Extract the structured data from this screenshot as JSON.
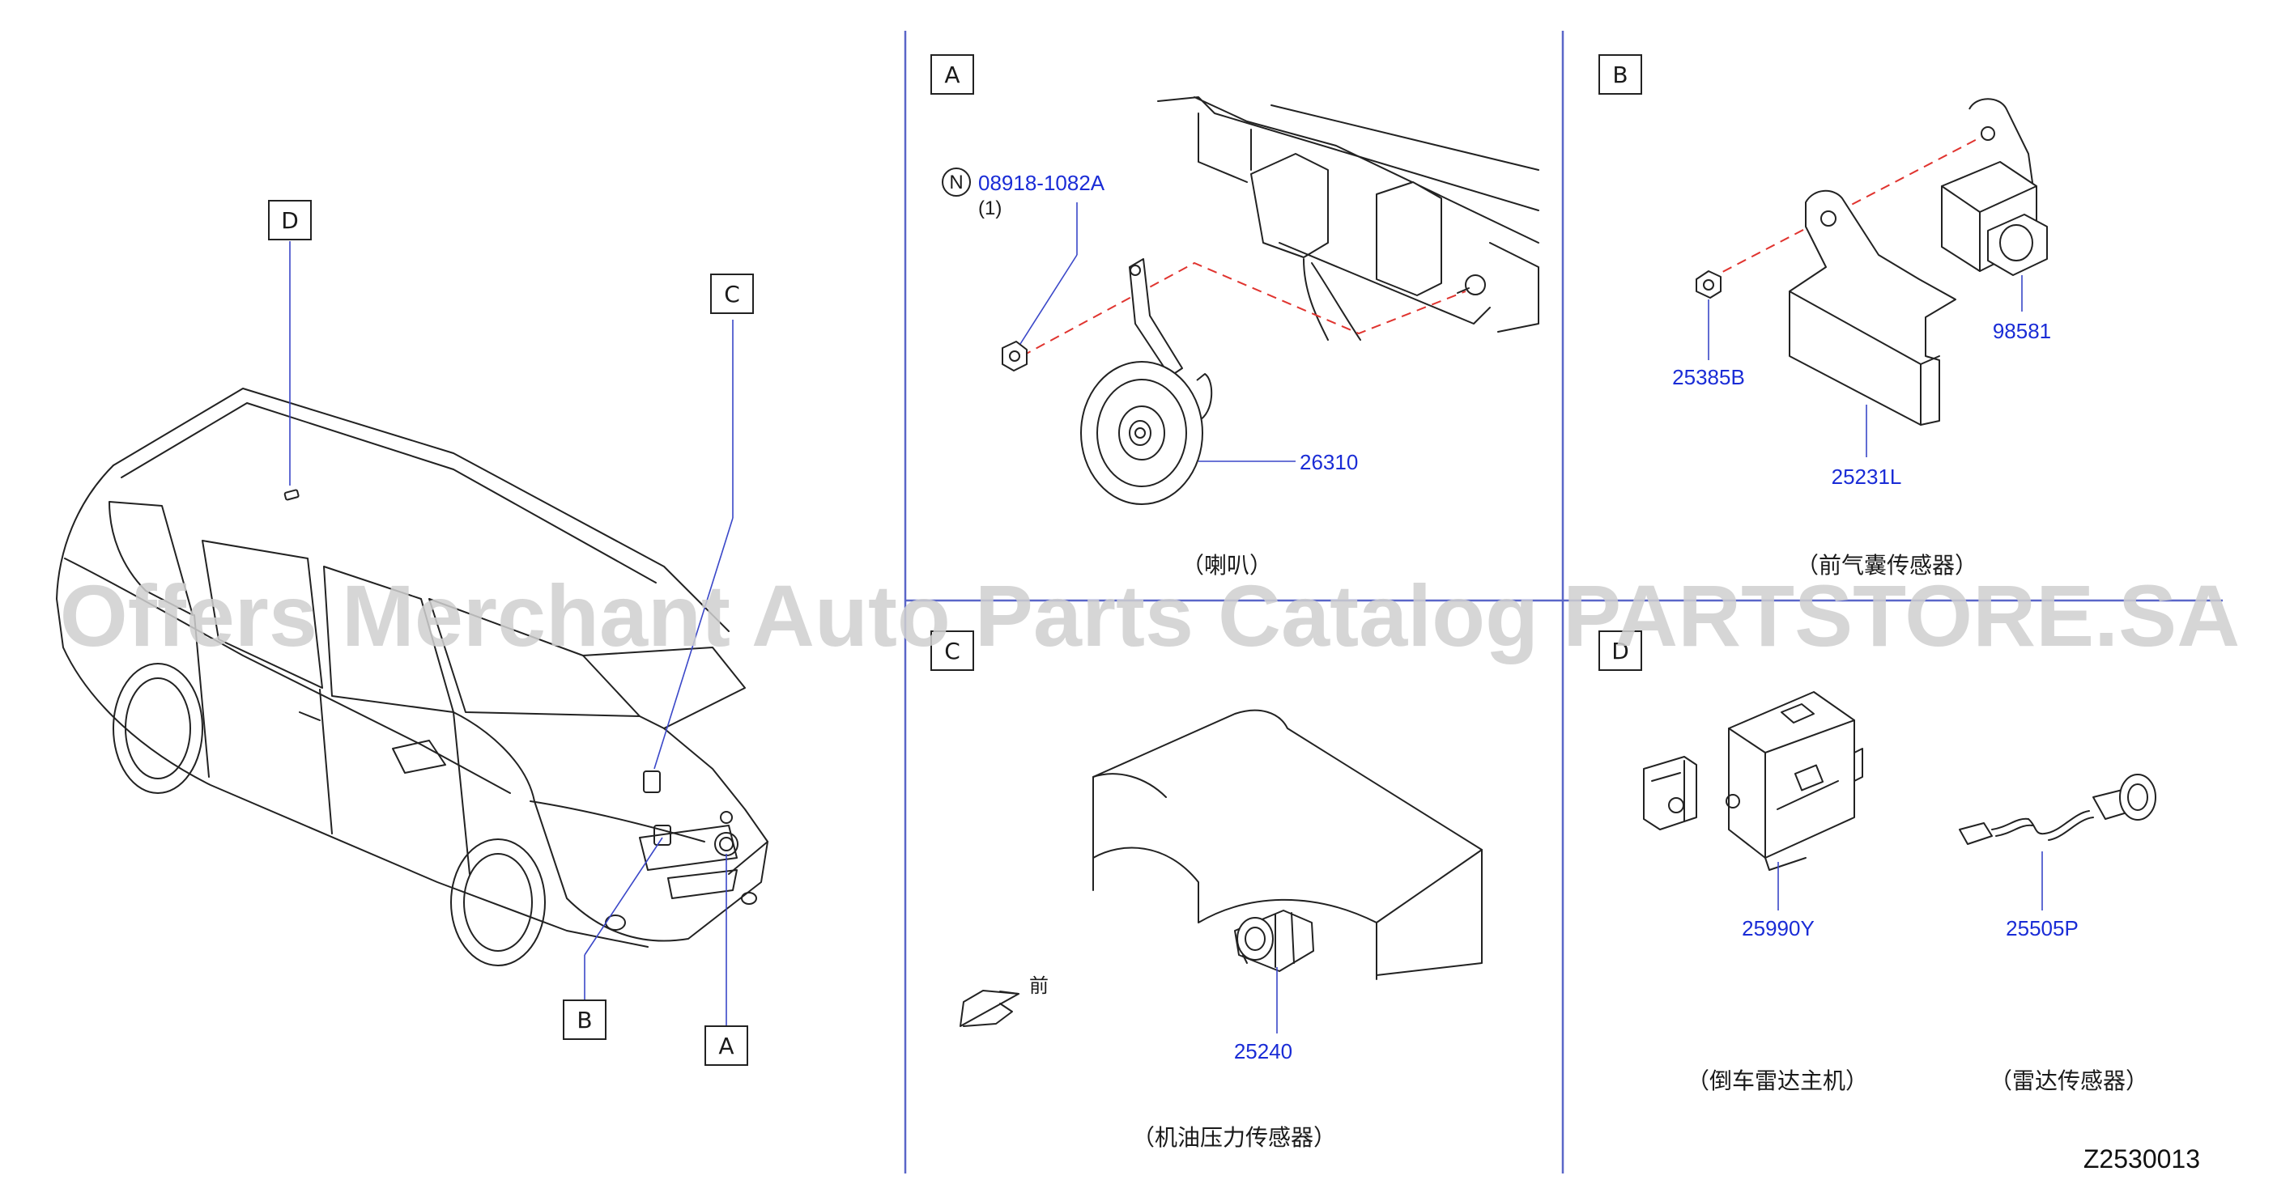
{
  "overview": {
    "callouts": {
      "a": "A",
      "b": "B",
      "c": "C",
      "d": "D"
    }
  },
  "panel_a": {
    "letter": "A",
    "bolt_symbol": "N",
    "bolt_part": "08918-1082A",
    "bolt_qty": "(1)",
    "horn_part": "26310",
    "caption": "（喇叭）"
  },
  "panel_b": {
    "letter": "B",
    "nut_part": "25385B",
    "sensor_part": "98581",
    "bracket_part": "25231L",
    "caption": "（前气囊传感器）"
  },
  "panel_c": {
    "letter": "C",
    "sensor_part": "25240",
    "front_label": "前",
    "caption": "（机油压力传感器）"
  },
  "panel_d": {
    "letter": "D",
    "unit_part": "25990Y",
    "sensor_part": "25505P",
    "unit_caption": "（倒车雷达主机）",
    "sensor_caption": "（雷达传感器）"
  },
  "diagram_code": "Z2530013",
  "watermark": "Offers Merchant Auto Parts Catalog PARTSTORE.SA"
}
